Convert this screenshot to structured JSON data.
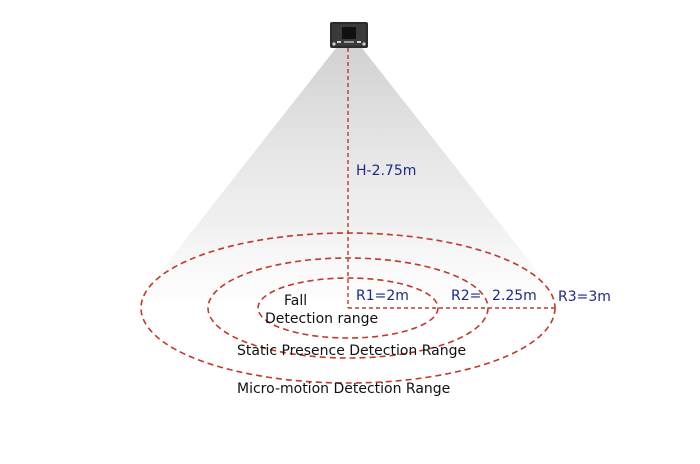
{
  "labels": {
    "height": "H-2.75m",
    "r1": "R1=2m",
    "r2_prefix": "R2=",
    "r2_value": "2.25m",
    "r3": "R3=3m",
    "fall_line1": "Fall",
    "fall_line2": "Detection range",
    "static_range": "Static Presence Detection Range",
    "micro_range": "Micro-motion Detection Range"
  },
  "colors": {
    "dashed_lines": "#c0392b",
    "label_blue": "#1d2a86",
    "label_black": "#111111",
    "beam": "#d9d9d9",
    "sensor_board": "#2b2b2b"
  },
  "icons": {
    "sensor": "radar-sensor-module-icon"
  }
}
